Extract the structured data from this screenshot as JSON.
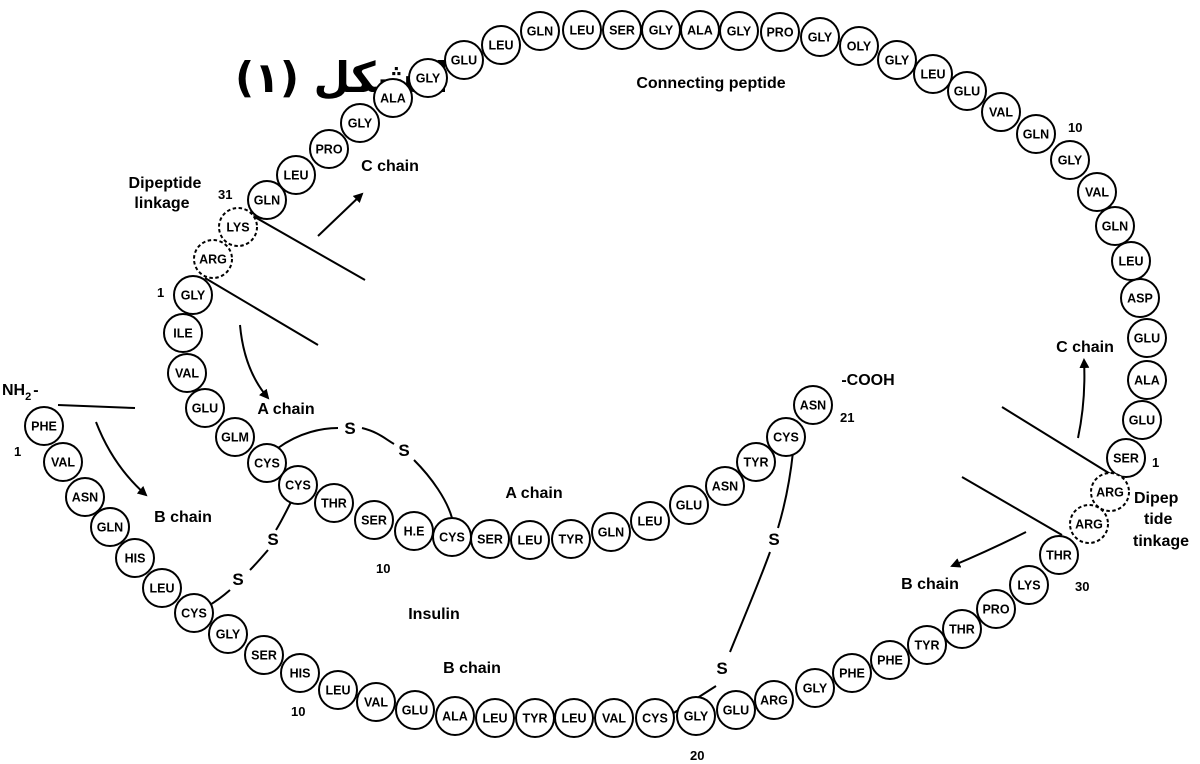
{
  "figure_title": "الشكل (١)",
  "labels": {
    "connecting_peptide": "Connecting peptide",
    "dipeptide_linkage_left_line1": "Dipeptide",
    "dipeptide_linkage_left_line2": "linkage",
    "c_chain_upper": "C chain",
    "c_chain_right": "C chain",
    "a_chain_left": "A chain",
    "a_chain_center": "A chain",
    "b_chain_left": "B chain",
    "b_chain_bottom": "B chain",
    "b_chain_right": "B chain",
    "insulin": "Insulin",
    "nh2": "NH",
    "nh2_sub": "2",
    "nh2_dash": "-",
    "cooh": "-COOH",
    "dipeptide_right_line1": "Dipep",
    "dipeptide_right_line2": "tide",
    "dipeptide_right_line3": "tinkage",
    "sulfur": "S"
  },
  "numbers": {
    "c31": "31",
    "a1": "1",
    "b1": "1",
    "a10": "10",
    "a21": "21",
    "b10": "10",
    "b20": "20",
    "b30": "30",
    "c1": "1",
    "c10": "10"
  },
  "chains": {
    "c_chain": [
      "LEU",
      "GLU",
      "GLY",
      "ALA",
      "GLY",
      "PRO",
      "GLN",
      "LEU",
      "SER",
      "GLY",
      "ALA",
      "GLY",
      "PRO",
      "GLY",
      "OLY",
      "GLY",
      "LEU",
      "GLU",
      "VAL",
      "GLN",
      "GLY",
      "VAL",
      "GLN",
      "LEU",
      "ASP",
      "GLU",
      "ALA",
      "GLU",
      "SER",
      "LEU",
      "GLN"
    ],
    "dipeptide_left": [
      "LYS",
      "ARG"
    ],
    "a_chain": [
      "GLY",
      "ILE",
      "VAL",
      "GLU",
      "GLM",
      "CYS",
      "CYS",
      "THR",
      "SER",
      "H.E",
      "CYS",
      "SER",
      "LEU",
      "TYR",
      "GLN",
      "LEU",
      "GLU",
      "ASN",
      "TYR",
      "CYS",
      "ASN"
    ],
    "b_chain": [
      "PHE",
      "VAL",
      "ASN",
      "GLN",
      "HIS",
      "LEU",
      "CYS",
      "GLY",
      "SER",
      "HIS",
      "LEU",
      "VAL",
      "GLU",
      "ALA",
      "LEU",
      "TYR",
      "LEU",
      "VAL",
      "CYS",
      "GLY",
      "GLU",
      "ARG",
      "GLY",
      "PHE",
      "PHE",
      "TYR",
      "THR",
      "PRO",
      "LYS",
      "THR"
    ],
    "dipeptide_right": [
      "ARG",
      "ARG"
    ]
  }
}
